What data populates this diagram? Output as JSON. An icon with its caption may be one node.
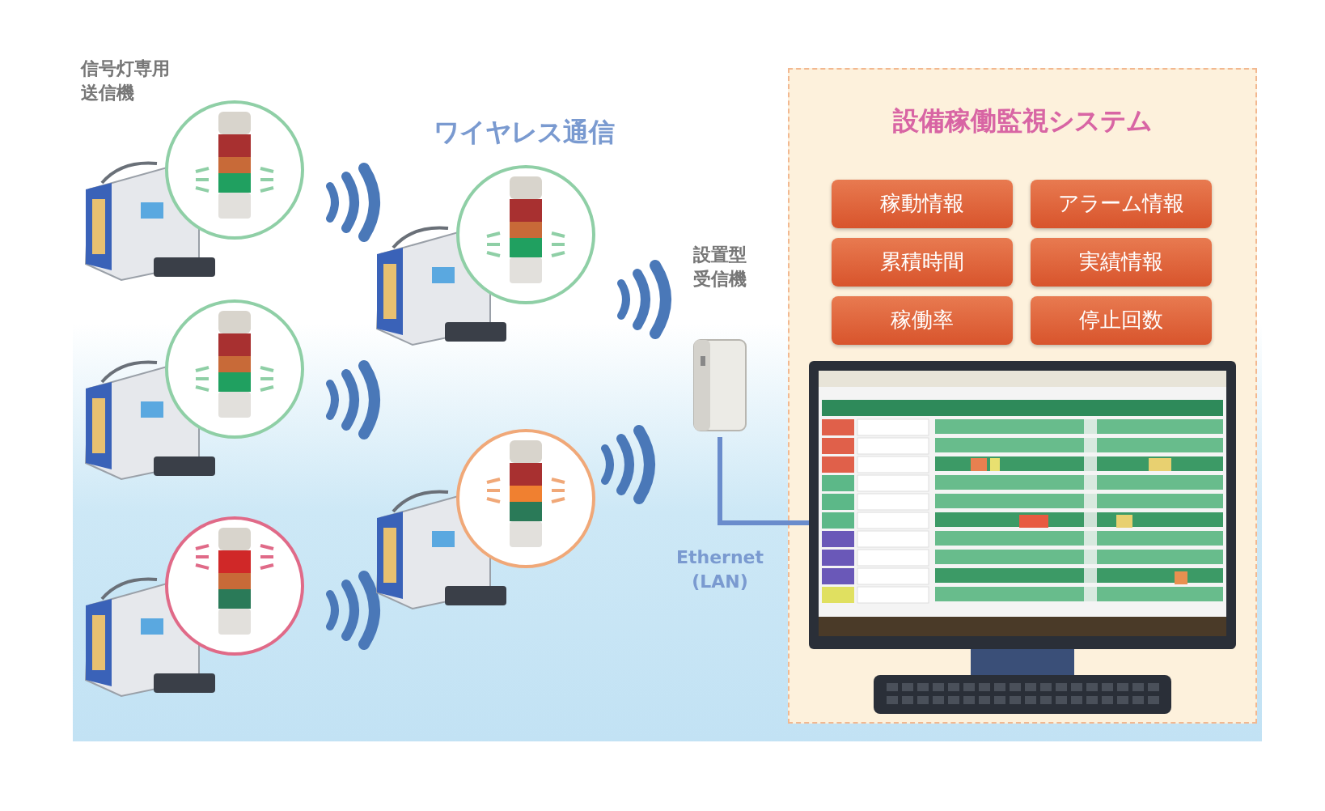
{
  "diagram": {
    "nodes": [
      {
        "text": [],
        "shape": "picture"
      },
      {
        "text": [],
        "shape": "picture"
      },
      {
        "text": [],
        "shape": "picture"
      },
      {
        "text": [],
        "shape": "picture"
      },
      {
        "text": [],
        "shape": "picture"
      },
      {
        "text": [],
        "shape": "picture",
        "beside": [
          "設置型受信機"
        ]
      },
      {
        "text": [
          "設備稼働監視システム"
        ]
      },
      {
        "text": [
          "稼動情報"
        ],
        "in": 6
      },
      {
        "text": [
          "アラーム情報"
        ],
        "in": 6
      },
      {
        "text": [
          "累積時間"
        ],
        "in": 6
      },
      {
        "text": [
          "実績情報"
        ],
        "in": 6
      },
      {
        "text": [
          "稼働率"
        ],
        "in": 6
      },
      {
        "text": [
          "停止回数"
        ],
        "in": 6
      },
      {
        "text": [],
        "shape": "picture",
        "in": 6
      }
    ],
    "edges": [
      {
        "from": 5,
        "to": 13,
        "arrow": "none",
        "label": "Ethernet (LAN)"
      }
    ],
    "labels": [
      "信号灯専用送信機",
      "ワイヤレス通信"
    ]
  }
}
